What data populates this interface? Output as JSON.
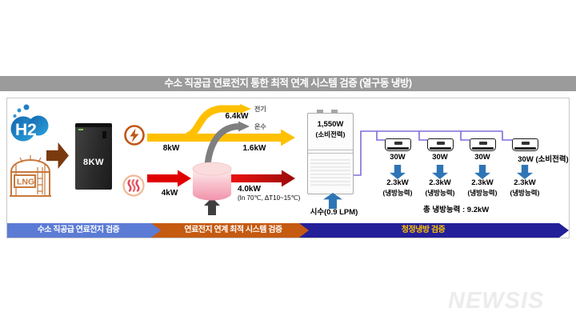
{
  "title": "수소 직공급 연료전지 통한 최적 연계 시스템 검증 (열구동 냉방)",
  "inputs": {
    "hydrogen_label": "H2",
    "lng_label": "LNG"
  },
  "fuel_cell": {
    "power_label": "8KW"
  },
  "flows": {
    "electric_total": "8kW",
    "electric_branch": "6.4kW",
    "electric_branch_tag": "전기",
    "hot_water_tag": "온수",
    "electric_remaining": "1.6kW",
    "heat_in": "4kW",
    "heat_out": "4.0kW",
    "heat_out_condition": "(In 70℃, ΔT10~15℃)"
  },
  "chiller": {
    "power": "1,550W",
    "power_note": "(소비전력)",
    "water_inlet": "시수(0.9 LPM)"
  },
  "ac_units": [
    {
      "power": "30W",
      "capacity": "2.3kW",
      "capacity_note": "(냉방능력)"
    },
    {
      "power": "30W",
      "capacity": "2.3kW",
      "capacity_note": "(냉방능력)"
    },
    {
      "power": "30W",
      "capacity": "2.3kW",
      "capacity_note": "(냉방능력)"
    },
    {
      "power": "30W (소비전력)",
      "capacity": "2.3kW",
      "capacity_note": "(냉방능력)"
    }
  ],
  "total_cooling": "총 냉방능력 : 9.2kW",
  "stages": [
    {
      "label": "수소 직공급 연료전지 검증",
      "color": "#5B7BD5",
      "text_color": "#FFFFFF"
    },
    {
      "label": "연료전지 연계 최적 시스템 검증",
      "color": "#C55A11",
      "text_color": "#FFFFFF"
    },
    {
      "label": "청정냉방 검증",
      "color": "#232099",
      "text_color": "#FFC000"
    }
  ],
  "watermark": "NEWSIS",
  "colors": {
    "title_bar": "#9B9B9B",
    "electric_flow": "#FFC000",
    "heat_flow": "#E00000",
    "hot_water_flow": "#7F7F7F",
    "cooling_arrow": "#2E75B6",
    "power_wire": "#7D6EDC"
  }
}
